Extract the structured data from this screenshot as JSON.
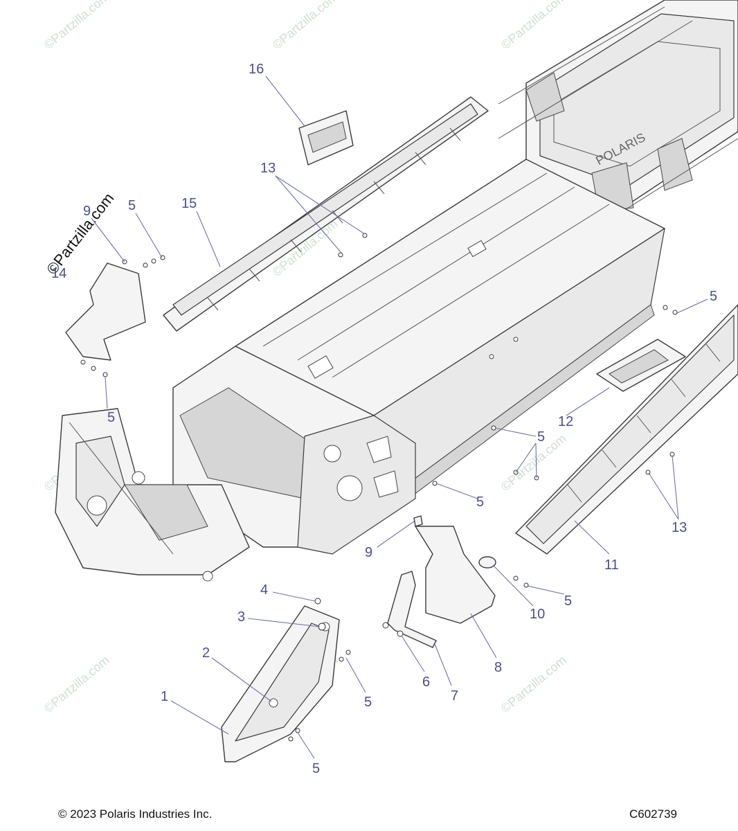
{
  "footer": {
    "copyright": "© 2023 Polaris Industries Inc.",
    "diagram_code": "C602739"
  },
  "overlay_text": {
    "rotated_copyright": "©Partzilla.com",
    "watermark": "©Partzilla.com"
  },
  "brand_on_part": "POLARIS",
  "callouts": [
    {
      "id": "c1",
      "label": "1"
    },
    {
      "id": "c2",
      "label": "2"
    },
    {
      "id": "c3",
      "label": "3"
    },
    {
      "id": "c4",
      "label": "4"
    },
    {
      "id": "c5a",
      "label": "5"
    },
    {
      "id": "c5b",
      "label": "5"
    },
    {
      "id": "c5c",
      "label": "5"
    },
    {
      "id": "c5d",
      "label": "5"
    },
    {
      "id": "c5e",
      "label": "5"
    },
    {
      "id": "c5f",
      "label": "5"
    },
    {
      "id": "c5g",
      "label": "5"
    },
    {
      "id": "c5h",
      "label": "5"
    },
    {
      "id": "c6",
      "label": "6"
    },
    {
      "id": "c7",
      "label": "7"
    },
    {
      "id": "c8",
      "label": "8"
    },
    {
      "id": "c9a",
      "label": "9"
    },
    {
      "id": "c9b",
      "label": "9"
    },
    {
      "id": "c10",
      "label": "10"
    },
    {
      "id": "c11",
      "label": "11"
    },
    {
      "id": "c12",
      "label": "12"
    },
    {
      "id": "c13a",
      "label": "13"
    },
    {
      "id": "c13b",
      "label": "13"
    },
    {
      "id": "c14",
      "label": "14"
    },
    {
      "id": "c15",
      "label": "15"
    },
    {
      "id": "c16",
      "label": "16"
    }
  ],
  "colors": {
    "callout": "#4b4d8f",
    "leader": "#6f70a8",
    "watermark": "#c9dccf",
    "line_art": "#3a3a3a"
  }
}
